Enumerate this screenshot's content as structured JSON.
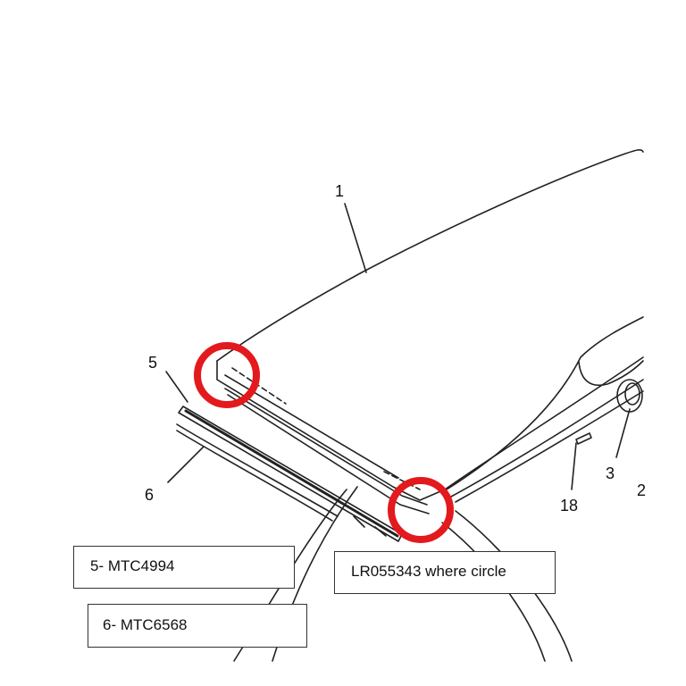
{
  "callouts": {
    "c1": "1",
    "c2": "2",
    "c3": "3",
    "c5": "5",
    "c6": "6",
    "c18": "18"
  },
  "labels": {
    "part5": "5- MTC4994",
    "part6": "6- MTC6568",
    "circle_note": "LR055343 where circle"
  },
  "colors": {
    "highlight_circle": "#e3191d",
    "line": "#222222"
  }
}
